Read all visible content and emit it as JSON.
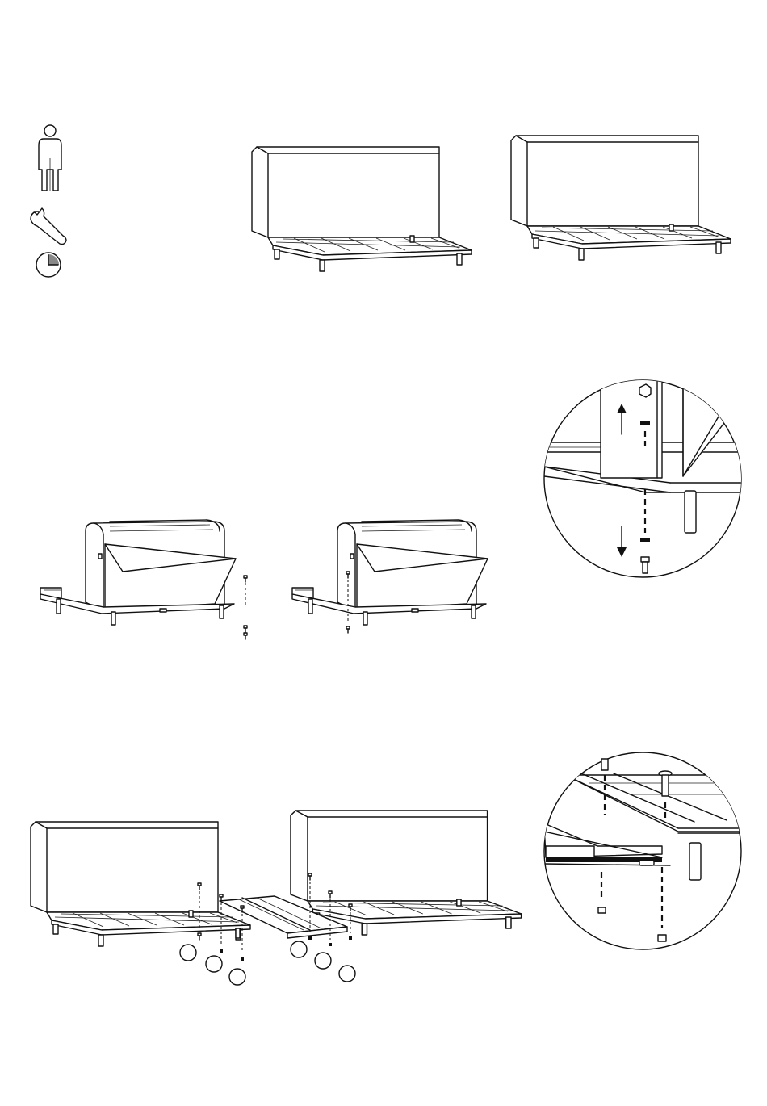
{
  "meta": {
    "people_required": 1,
    "tool": "wrench-icon",
    "time_indicator": "clock-quarter-icon"
  },
  "steps": [
    {
      "id": "step-1",
      "panels": [
        "sofa-module-left",
        "sofa-module-right"
      ]
    },
    {
      "id": "step-2",
      "panels": [
        "sofa-tilt-left",
        "sofa-tilt-right",
        "detail-bolt-removal"
      ]
    },
    {
      "id": "step-3",
      "panels": [
        "sofa-join-assembly",
        "detail-connector-bolts"
      ]
    }
  ]
}
